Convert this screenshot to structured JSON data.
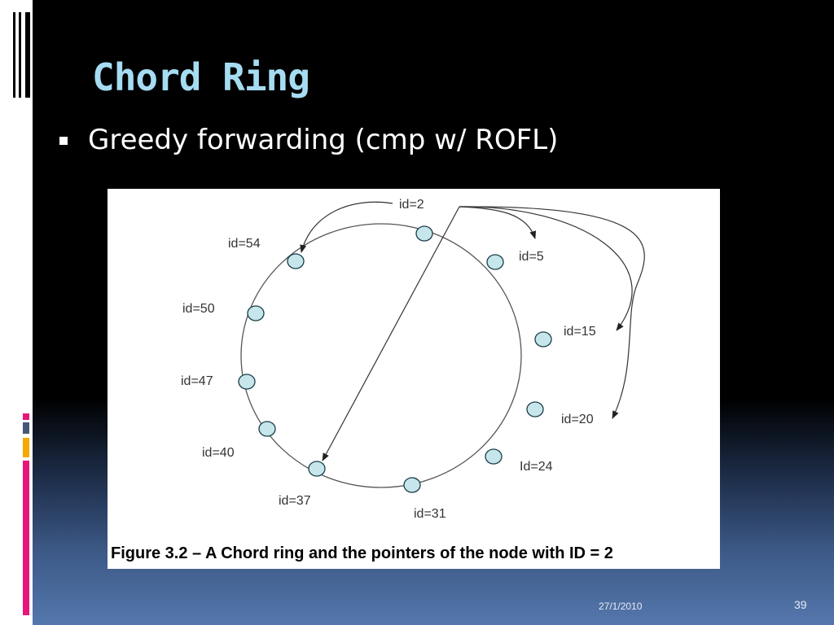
{
  "slide": {
    "title": "Chord Ring",
    "bullets": [
      "Greedy forwarding (cmp w/ ROFL)"
    ],
    "footer_date": "27/1/2010",
    "page_number": "39"
  },
  "figure": {
    "caption": "Figure 3.2 – A Chord ring and the pointers of the node with ID = 2",
    "source_node": "id=2",
    "nodes": [
      "id=2",
      "id=5",
      "id=15",
      "id=20",
      "Id=24",
      "id=31",
      "id=37",
      "id=40",
      "id=47",
      "id=50",
      "id=54"
    ],
    "pointer_targets": [
      "id=5",
      "id=15",
      "id=20",
      "id=37",
      "id=54"
    ]
  },
  "colors": {
    "title": "#a6dcf2",
    "node_fill": "#c6e6ec",
    "node_stroke": "#1a3c46",
    "accent_marks": [
      "#e6177a",
      "#f5a800",
      "#46587a"
    ]
  }
}
